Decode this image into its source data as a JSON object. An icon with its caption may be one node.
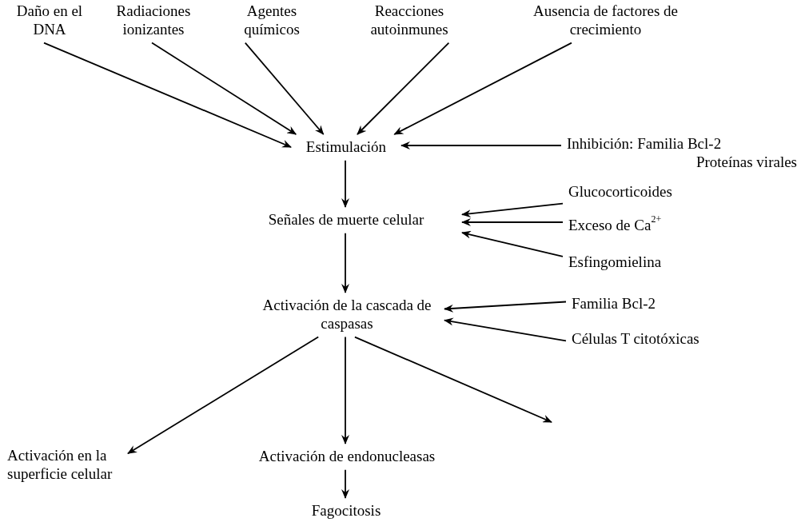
{
  "diagram": {
    "nodes": [
      {
        "text": [
          "Daño en el DNA"
        ]
      },
      {
        "text": [
          "Radiaciones ionizantes"
        ]
      },
      {
        "text": [
          "Agentes químicos"
        ]
      },
      {
        "text": [
          "Reacciones autoinmunes"
        ]
      },
      {
        "text": [
          "Ausencia de factores de crecimiento"
        ]
      },
      {
        "text": [
          "Estimulación"
        ]
      },
      {
        "text": [
          "Inhibición: Familia Bcl-2",
          "Proteínas virales"
        ]
      },
      {
        "text": [
          "Señales de muerte celular"
        ]
      },
      {
        "text": [
          "Glucocorticoides"
        ]
      },
      {
        "text": [
          "Exceso de Ca$^{2+}$"
        ]
      },
      {
        "text": [
          "Esfingomielina"
        ]
      },
      {
        "text": [
          "Activación de la cascada de caspasas"
        ]
      },
      {
        "text": [
          "Familia Bcl-2"
        ]
      },
      {
        "text": [
          "Células T citotóxicas"
        ]
      },
      {
        "text": [
          "Activación en la superficie celular"
        ]
      },
      {
        "text": [
          "Activación de endonucleasas"
        ]
      },
      {
        "text": [
          "Fagocitosis"
        ]
      }
    ],
    "edges": [
      {
        "from": 0,
        "to": 5,
        "arrow": "to"
      },
      {
        "from": 1,
        "to": 5,
        "arrow": "to"
      },
      {
        "from": 2,
        "to": 5,
        "arrow": "to"
      },
      {
        "from": 3,
        "to": 5,
        "arrow": "to"
      },
      {
        "from": 4,
        "to": 5,
        "arrow": "to"
      },
      {
        "from": 6,
        "to": 5,
        "arrow": "to"
      },
      {
        "from": 5,
        "to": 7,
        "arrow": "to"
      },
      {
        "from": 8,
        "to": 7,
        "arrow": "to"
      },
      {
        "from": 9,
        "to": 7,
        "arrow": "to"
      },
      {
        "from": 10,
        "to": 7,
        "arrow": "to"
      },
      {
        "from": 7,
        "to": 11,
        "arrow": "to"
      },
      {
        "from": 12,
        "to": 11,
        "arrow": "to"
      },
      {
        "from": 13,
        "to": 11,
        "arrow": "to"
      },
      {
        "from": 11,
        "to": 14,
        "arrow": "to"
      },
      {
        "from": 11,
        "to": 15,
        "arrow": "to"
      },
      {
        "from": 11,
        "to": null,
        "arrow": "to"
      },
      {
        "from": 15,
        "to": 16,
        "arrow": "to"
      }
    ]
  }
}
